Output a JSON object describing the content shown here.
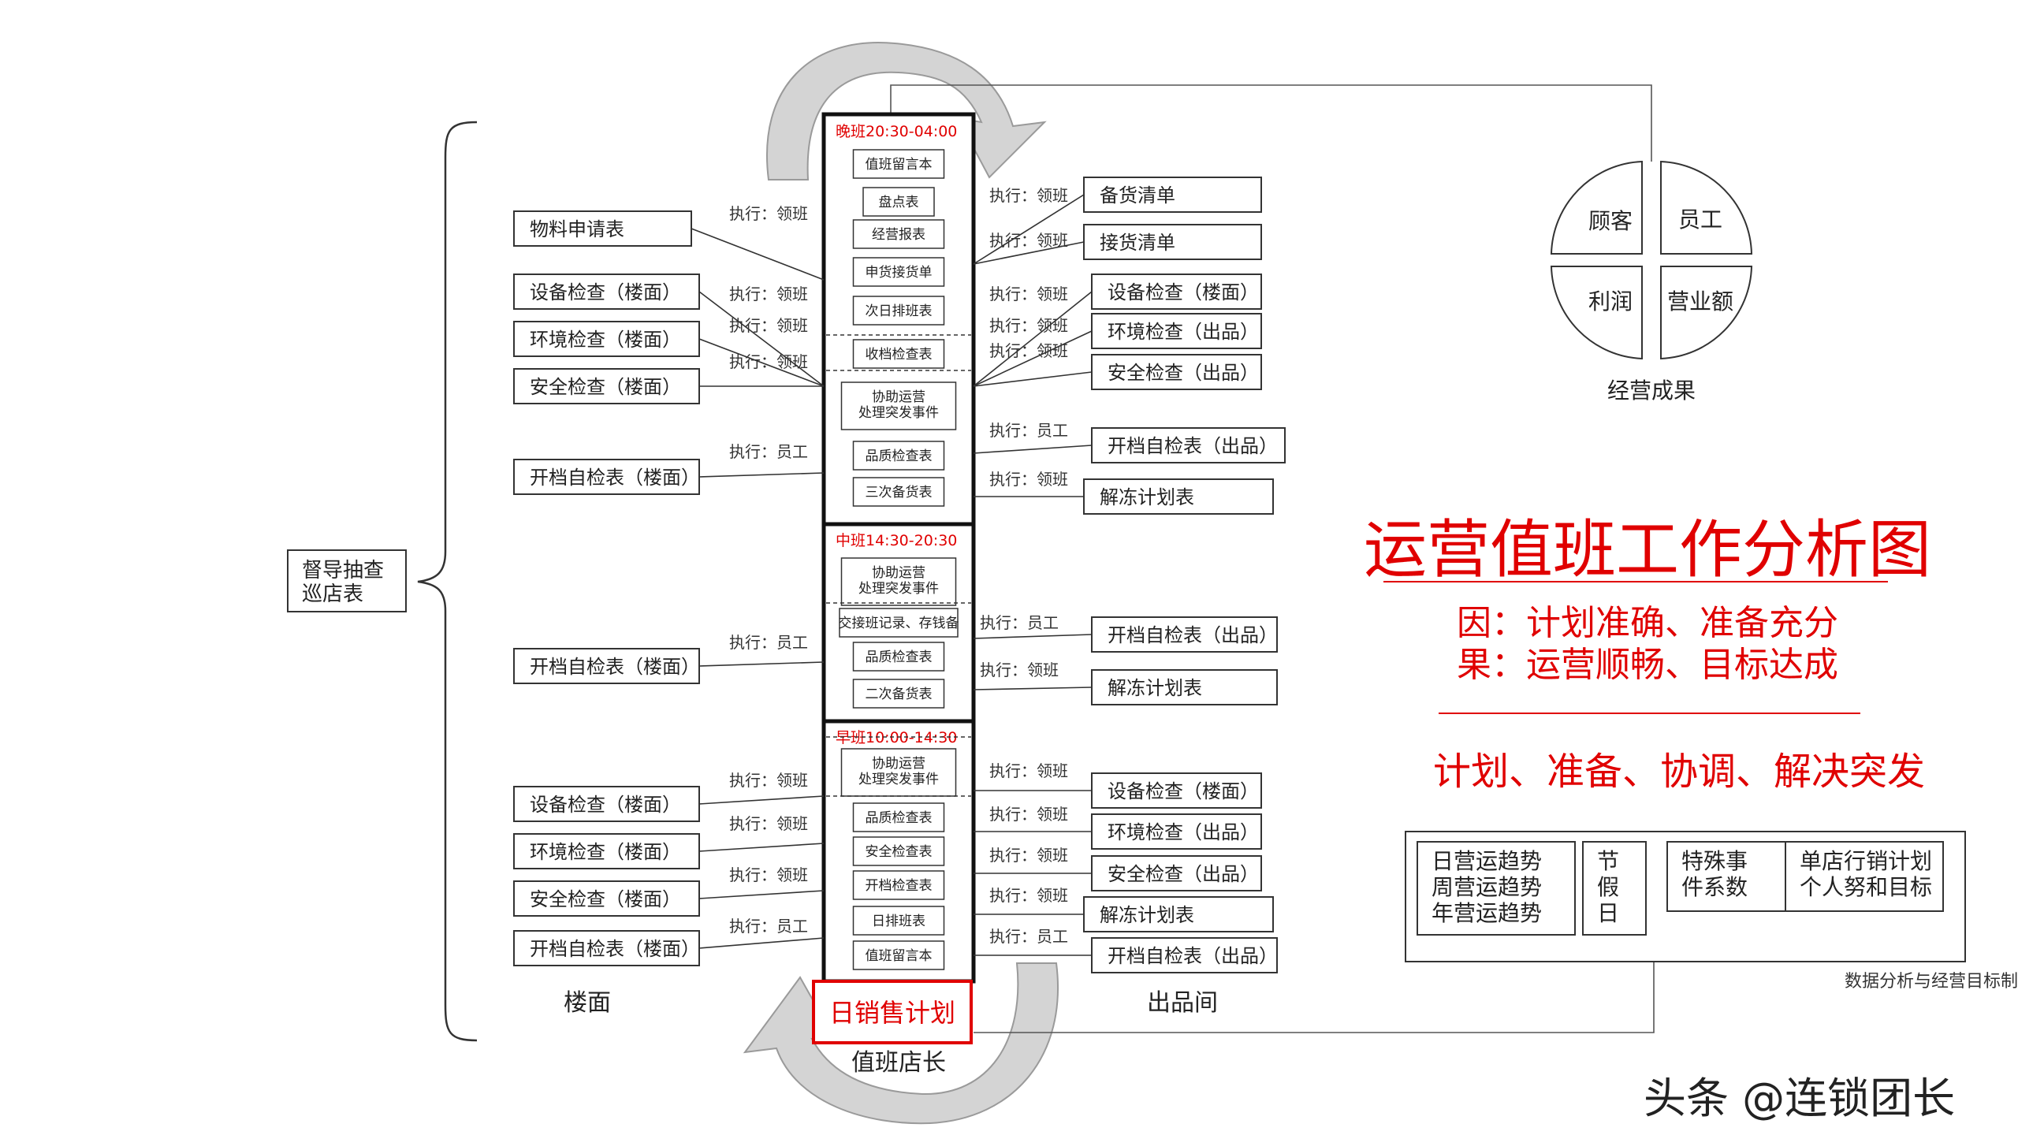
{
  "title": "运营值班工作分析图",
  "cause": "因：计划准确、准备充分",
  "effect": "果：运营顺畅、目标达成",
  "keywords": "计划、准备、协调、解决突发",
  "watermark": "头条 @连锁团长",
  "colors": {
    "accent": "#e00000",
    "line": "#333333",
    "arrow_gray": "#c8c8c8"
  },
  "supervisor": {
    "line1": "督导抽查",
    "line2": "巡店表"
  },
  "left_group_label": "楼面",
  "right_group_label": "出品间",
  "center_label": "值班店长",
  "daily_plan": "日销售计划",
  "results": {
    "label": "经营成果",
    "quadrants": [
      "顾客",
      "员工",
      "利润",
      "营业额"
    ]
  },
  "analysis": {
    "label": "数据分析与经营目标制定",
    "boxes": [
      {
        "lines": [
          "日营运趋势",
          "周营运趋势",
          "年营运趋势"
        ]
      },
      {
        "lines": [
          "节",
          "假",
          "日"
        ]
      },
      {
        "lines": [
          "特殊事",
          "件系数"
        ]
      },
      {
        "lines": [
          "单店行销计划",
          "个人努和目标"
        ]
      }
    ]
  },
  "shifts": [
    {
      "name": "晚班20:30-04:00",
      "tasks": [
        "值班留言本",
        "盘点表",
        "经营报表",
        "申货接货单",
        "次日排班表",
        "收档检查表",
        "协助运营|处理突发事件",
        "品质检查表",
        "三次备货表"
      ]
    },
    {
      "name": "中班14:30-20:30",
      "tasks": [
        "协助运营|处理突发事件",
        "交接班记录、存钱备",
        "品质检查表",
        "二次备货表"
      ]
    },
    {
      "name": "早班10:00-14:30",
      "tasks": [
        "协助运营|处理突发事件",
        "品质检查表",
        "安全检查表",
        "开档检查表",
        "日排班表",
        "值班留言本"
      ]
    }
  ],
  "exec_labels": {
    "leader": "执行：领班",
    "staff": "执行：员工"
  },
  "left_items": [
    {
      "label": "物料申请表",
      "exec": "执行：领班"
    },
    {
      "label": "设备检查（楼面）",
      "exec": "执行：领班"
    },
    {
      "label": "环境检查（楼面）",
      "exec": "执行：领班"
    },
    {
      "label": "安全检查（楼面）",
      "exec": "执行：领班"
    },
    {
      "label": "开档自检表（楼面）",
      "exec": "执行：员工"
    },
    {
      "label": "开档自检表（楼面）",
      "exec": "执行：员工"
    },
    {
      "label": "设备检查（楼面）",
      "exec": "执行：领班"
    },
    {
      "label": "环境检查（楼面）",
      "exec": "执行：领班"
    },
    {
      "label": "安全检查（楼面）",
      "exec": "执行：领班"
    },
    {
      "label": "开档自检表（楼面）",
      "exec": "执行：员工"
    }
  ],
  "right_items": [
    {
      "label": "备货清单",
      "exec": "执行：领班"
    },
    {
      "label": "接货清单",
      "exec": "执行：领班"
    },
    {
      "label": "设备检查（楼面）",
      "exec": "执行：领班"
    },
    {
      "label": "环境检查（出品）",
      "exec": "执行：领班"
    },
    {
      "label": "安全检查（出品）",
      "exec": "执行：领班"
    },
    {
      "label": "开档自检表（出品）",
      "exec": "执行：员工"
    },
    {
      "label": "解冻计划表",
      "exec": "执行：领班"
    },
    {
      "label": "开档自检表（出品）",
      "exec": "执行：员工"
    },
    {
      "label": "解冻计划表",
      "exec": "执行：领班"
    },
    {
      "label": "设备检查（楼面）",
      "exec": "执行：领班"
    },
    {
      "label": "环境检查（出品）",
      "exec": "执行：领班"
    },
    {
      "label": "安全检查（出品）",
      "exec": "执行：领班"
    },
    {
      "label": "解冻计划表",
      "exec": "执行：领班"
    },
    {
      "label": "开档自检表（出品）",
      "exec": "执行：员工"
    }
  ]
}
